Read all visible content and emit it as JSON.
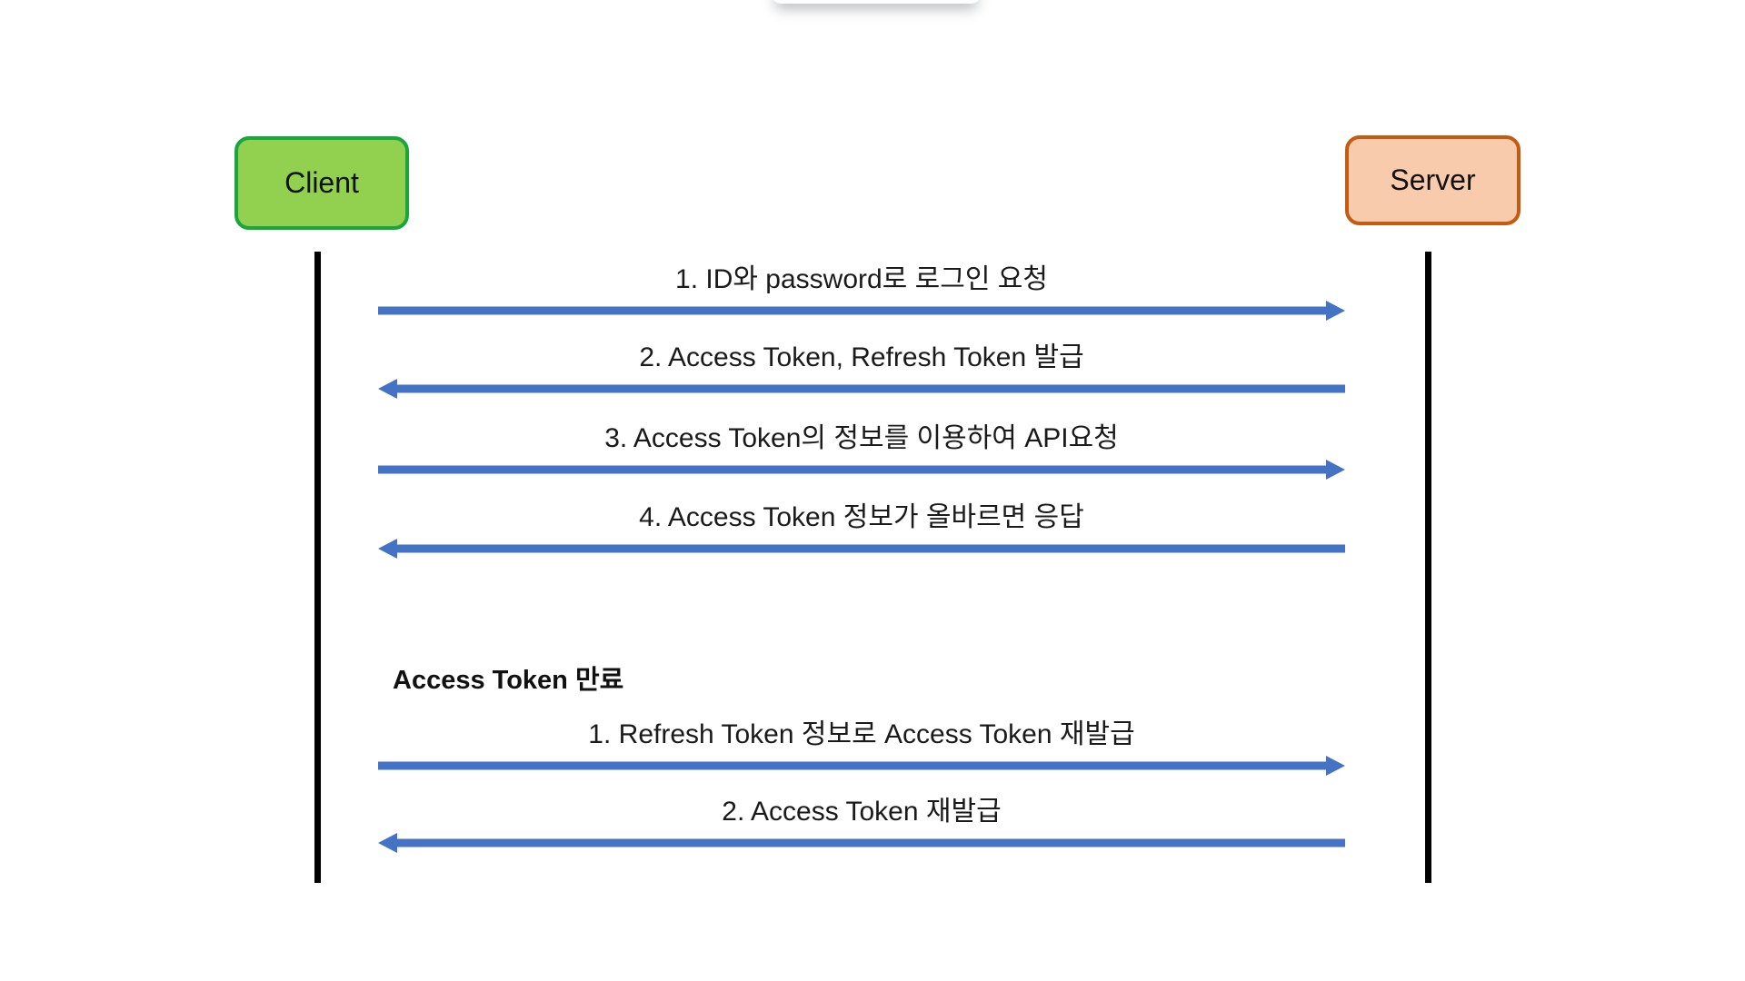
{
  "diagram": {
    "actors": {
      "client": {
        "label": "Client",
        "fill": "#92D050",
        "border": "#1AA63C"
      },
      "server": {
        "label": "Server",
        "fill": "#F8CBAD",
        "border": "#C55A11"
      }
    },
    "colors": {
      "arrow": "#4472C4",
      "lifeline": "#000000",
      "text": "#1a1a1a"
    },
    "note": {
      "label": "Access Token 만료"
    },
    "messages": [
      {
        "label": "1. ID와 password로 로그인 요청",
        "direction": "right"
      },
      {
        "label": "2. Access Token, Refresh Token 발급",
        "direction": "left"
      },
      {
        "label": "3. Access Token의 정보를 이용하여 API요청",
        "direction": "right"
      },
      {
        "label": "4. Access Token 정보가 올바르면 응답",
        "direction": "left"
      },
      {
        "label": "1. Refresh Token 정보로 Access Token 재발급",
        "direction": "right"
      },
      {
        "label": "2. Access Token 재발급",
        "direction": "left"
      }
    ]
  }
}
